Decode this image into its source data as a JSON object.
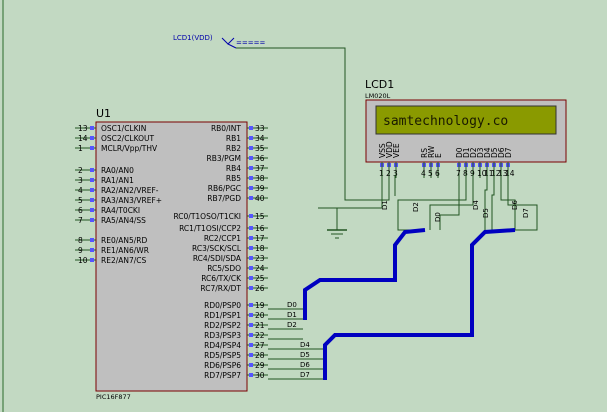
{
  "power": {
    "label": "LCD1(VDD)",
    "dash": "====="
  },
  "lcd": {
    "ref": "LCD1",
    "model": "LM020L",
    "display_text": "samtechnology.co",
    "pins": [
      {
        "name": "VSS",
        "num": "1"
      },
      {
        "name": "VDD",
        "num": "2"
      },
      {
        "name": "VEE",
        "num": "3"
      },
      {
        "name": "RS",
        "num": "4"
      },
      {
        "name": "RW",
        "num": "5"
      },
      {
        "name": "E",
        "num": "6"
      },
      {
        "name": "D0",
        "num": "7"
      },
      {
        "name": "D1",
        "num": "8"
      },
      {
        "name": "D2",
        "num": "9"
      },
      {
        "name": "D3",
        "num": "10"
      },
      {
        "name": "D4",
        "num": "11"
      },
      {
        "name": "D5",
        "num": "12"
      },
      {
        "name": "D6",
        "num": "13"
      },
      {
        "name": "D7",
        "num": "14"
      }
    ]
  },
  "mcu": {
    "ref": "U1",
    "model": "PIC16F877",
    "left_pins": [
      {
        "num": "13",
        "name": "OSC1/CLKIN"
      },
      {
        "num": "14",
        "name": "OSC2/CLKOUT"
      },
      {
        "num": "1",
        "name": "MCLR/Vpp/THV"
      },
      {
        "num": "2",
        "name": "RA0/AN0"
      },
      {
        "num": "3",
        "name": "RA1/AN1"
      },
      {
        "num": "4",
        "name": "RA2/AN2/VREF-"
      },
      {
        "num": "5",
        "name": "RA3/AN3/VREF+"
      },
      {
        "num": "6",
        "name": "RA4/T0CKI"
      },
      {
        "num": "7",
        "name": "RA5/AN4/SS"
      },
      {
        "num": "8",
        "name": "RE0/AN5/RD"
      },
      {
        "num": "9",
        "name": "RE1/AN6/WR"
      },
      {
        "num": "10",
        "name": "RE2/AN7/CS"
      }
    ],
    "right_pins": [
      {
        "num": "33",
        "name": "RB0/INT"
      },
      {
        "num": "34",
        "name": "RB1"
      },
      {
        "num": "35",
        "name": "RB2"
      },
      {
        "num": "36",
        "name": "RB3/PGM"
      },
      {
        "num": "37",
        "name": "RB4"
      },
      {
        "num": "38",
        "name": "RB5"
      },
      {
        "num": "39",
        "name": "RB6/PGC"
      },
      {
        "num": "40",
        "name": "RB7/PGD"
      },
      {
        "num": "15",
        "name": "RC0/T1OSO/T1CKI"
      },
      {
        "num": "16",
        "name": "RC1/T1OSI/CCP2"
      },
      {
        "num": "17",
        "name": "RC2/CCP1"
      },
      {
        "num": "18",
        "name": "RC3/SCK/SCL"
      },
      {
        "num": "23",
        "name": "RC4/SDI/SDA"
      },
      {
        "num": "24",
        "name": "RC5/SDO"
      },
      {
        "num": "25",
        "name": "RC6/TX/CK"
      },
      {
        "num": "26",
        "name": "RC7/RX/DT"
      },
      {
        "num": "19",
        "name": "RD0/PSP0"
      },
      {
        "num": "20",
        "name": "RD1/PSP1"
      },
      {
        "num": "21",
        "name": "RD2/PSP2"
      },
      {
        "num": "22",
        "name": "RD3/PSP3"
      },
      {
        "num": "27",
        "name": "RD4/PSP4"
      },
      {
        "num": "28",
        "name": "RD5/PSP5"
      },
      {
        "num": "29",
        "name": "RD6/PSP6"
      },
      {
        "num": "30",
        "name": "RD7/PSP7"
      }
    ]
  },
  "nets": {
    "mcu_side": [
      "D0",
      "D1",
      "D2",
      "",
      "D4",
      "D5",
      "D6",
      "D7"
    ],
    "lcd_side": [
      "D1",
      "D2",
      "D0",
      "D4",
      "D5",
      "D6",
      "D7"
    ]
  }
}
